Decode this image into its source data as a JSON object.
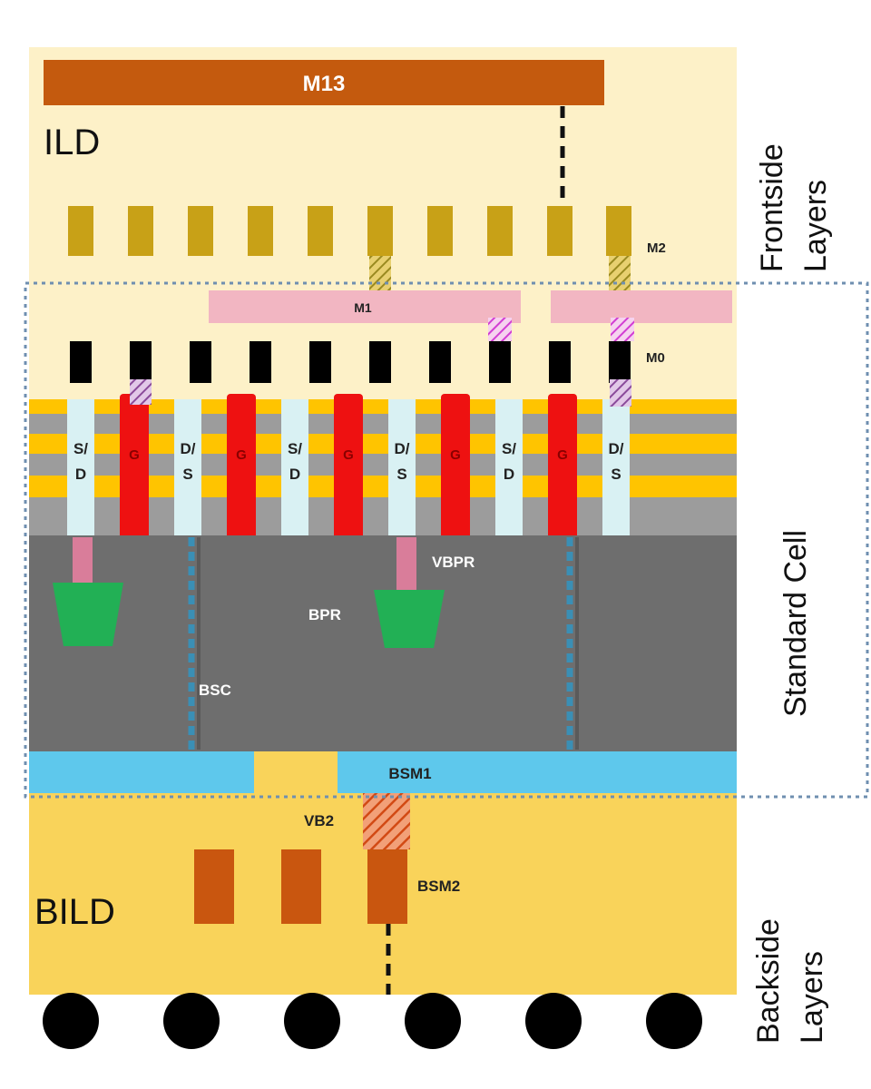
{
  "labels": {
    "m13": "M13",
    "ild": "ILD",
    "m2": "M2",
    "m1": "M1",
    "m0": "M0",
    "vbpr": "VBPR",
    "bpr": "BPR",
    "bsc": "BSC",
    "bsm1": "BSM1",
    "vb2": "VB2",
    "bsm2": "BSM2",
    "bild": "BILD",
    "gate": "G"
  },
  "side_labels": {
    "frontside_1": "Frontside",
    "frontside_2": "Layers",
    "standard_cell": "Standard Cell",
    "backside_1": "Backside",
    "backside_2": "Layers"
  },
  "columns": [
    {
      "type": "sd",
      "top": "S/",
      "bottom": "D"
    },
    {
      "type": "gate"
    },
    {
      "type": "sd",
      "top": "D/",
      "bottom": "S"
    },
    {
      "type": "gate"
    },
    {
      "type": "sd",
      "top": "S/",
      "bottom": "D"
    },
    {
      "type": "gate"
    },
    {
      "type": "sd",
      "top": "D/",
      "bottom": "S"
    },
    {
      "type": "gate"
    },
    {
      "type": "sd",
      "top": "S/",
      "bottom": "D"
    },
    {
      "type": "gate"
    },
    {
      "type": "sd",
      "top": "D/",
      "bottom": "S"
    }
  ],
  "colors": {
    "frontside_bg": "#fdf1c8",
    "backside_bg": "#f9d35a",
    "metal_m13": "#c45a0e",
    "metal_m2": "#c8a117",
    "metal_m1": "#f2b6c2",
    "metal_m0": "#000000",
    "gate": "#ee1111",
    "source_drain": "#d9f1f3",
    "channel_yellow": "#ffc400",
    "channel_gray": "#9c9c9c",
    "substrate": "#6e6e6e",
    "bpr": "#22b055",
    "bsm1": "#5ec8ec",
    "bsm2": "#c9560f",
    "bsc": "#3a8fb5",
    "bump": "#000000"
  }
}
